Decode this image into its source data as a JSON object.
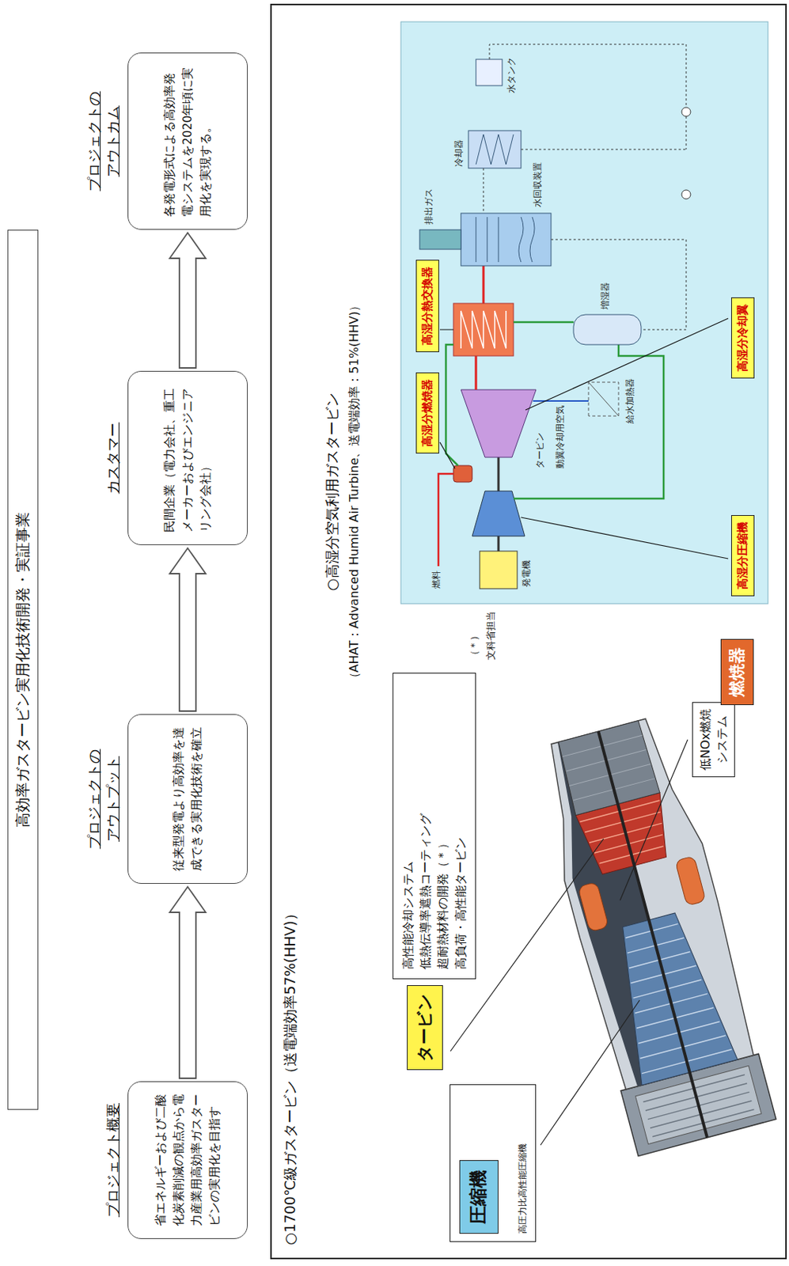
{
  "diagram": {
    "title": "高効率ガスタービン実用化技術開発・実証事業",
    "nodes": [
      {
        "text": [
          "プロジェクト概要",
          "省エネルギーおよび二酸化炭素削減の観点から電力産業用高効率ガスタービンの実用化を目指す"
        ]
      },
      {
        "text": [
          "プロジェクトのアウトプット",
          "従来型発電より高効率を達成できる実用化技術を確立"
        ]
      },
      {
        "text": [
          "カスタマー",
          "民間企業（電力会社、重工メーカーおよびエンジニアリング会社）"
        ]
      },
      {
        "text": [
          "プロジェクトのアウトカム",
          "各発電形式による高効率発電システムを2020年頃に実用化を実現する。"
        ]
      },
      {
        "text": [
          "○1700℃級ガスタービン（送電端効率57%(HHV)）",
          "○高湿分空気利用ガスタービン",
          "（AHAT：Advanced Humid Air Turbine、送電端効率：51%(HHV)）"
        ]
      },
      {
        "text": [
          "タービン"
        ],
        "in": 4
      },
      {
        "text": [
          "高性能冷却システム",
          "低熱伝導率遮熱コーティング",
          "超耐熱材料の開発（＊）",
          "高負荷・高性能タービン"
        ],
        "in": 4
      },
      {
        "text": [
          "高圧力比高性能圧縮機"
        ],
        "in": 4
      },
      {
        "text": [
          "圧縮機"
        ],
        "in": 7
      },
      {
        "text": [
          "低NOx燃焼 システム"
        ],
        "in": 4
      },
      {
        "text": [
          "燃焼器"
        ],
        "in": 4
      },
      {
        "text": [
          "高湿分燃焼器"
        ],
        "in": 4
      },
      {
        "text": [
          "高湿分熱交換器"
        ],
        "in": 4
      },
      {
        "text": [
          "高湿分圧縮機"
        ],
        "in": 4
      },
      {
        "text": [
          "高湿分冷却翼"
        ],
        "in": 4
      }
    ],
    "edges": [
      {
        "from": 0,
        "to": 1,
        "arrow": "to"
      },
      {
        "from": 1,
        "to": 2,
        "arrow": "to"
      },
      {
        "from": 2,
        "to": 3,
        "arrow": "to"
      }
    ],
    "labels": [
      "（＊）",
      "文科省担当",
      "燃料",
      "発電機",
      "タービン",
      "動翼冷却用空気",
      "給水加熱器",
      "増湿器",
      "排出ガス",
      "水回収装置",
      "冷却器",
      "水タンク"
    ]
  }
}
